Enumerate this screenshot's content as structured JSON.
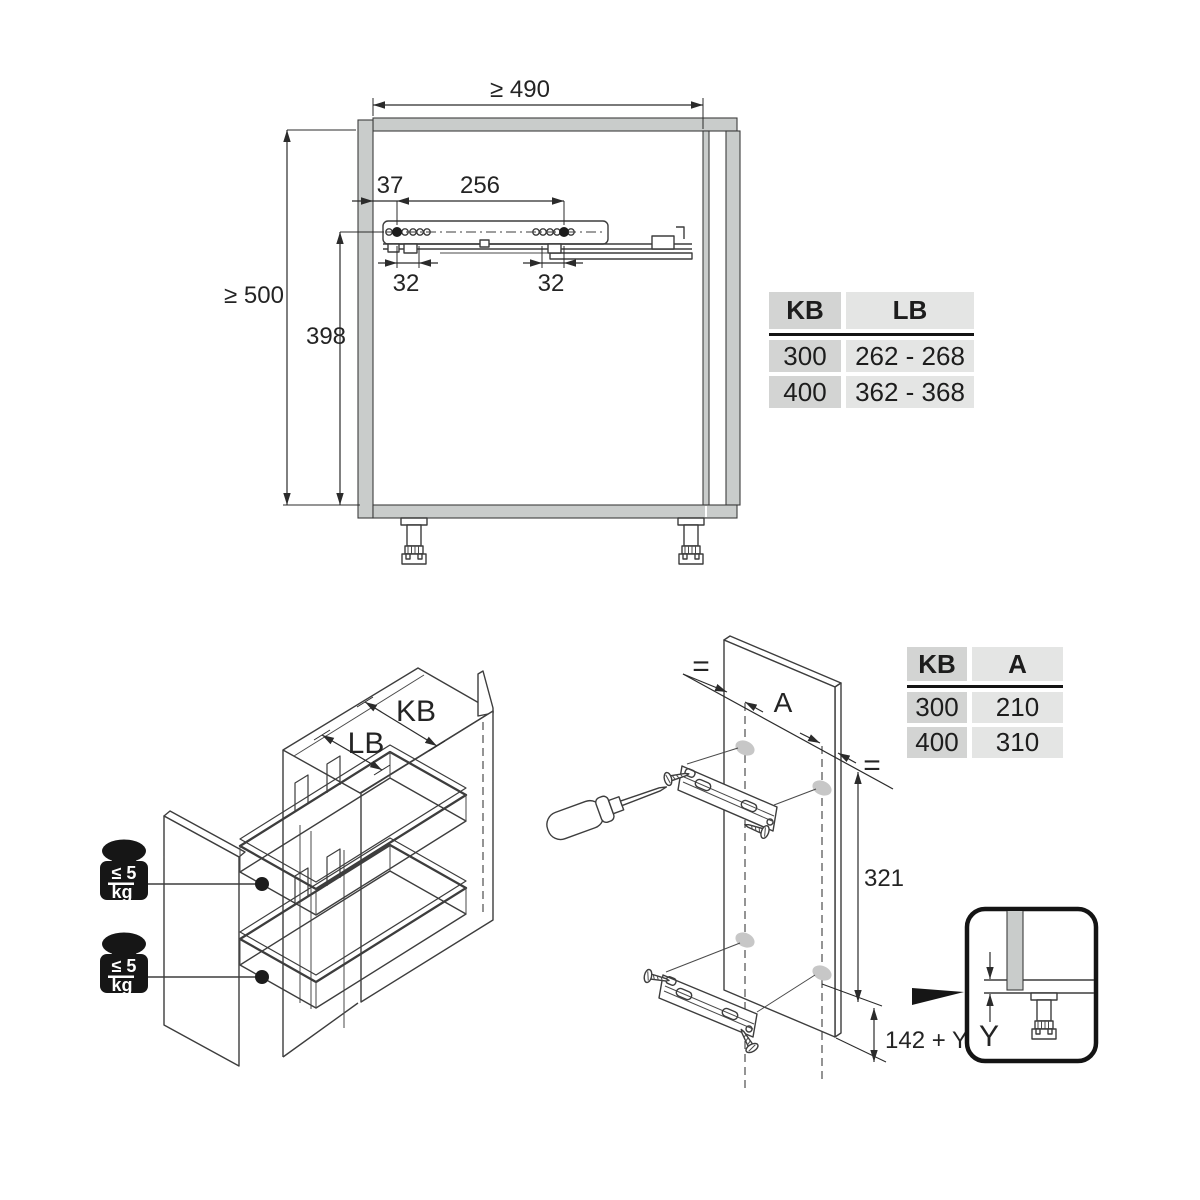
{
  "palette": {
    "line": "#3d3d3d",
    "panel_gray": "#c9cccb",
    "badge_black": "#161616",
    "table_col1": "#d3d4d3",
    "table_col2": "#e4e5e4"
  },
  "top_section": {
    "min_width": "≥ 490",
    "min_height": "≥ 500",
    "rail_height": "398",
    "front_setback": "37",
    "hole_distance": "256",
    "pitch_left": "32",
    "pitch_right": "32",
    "size_table": {
      "headers": [
        "KB",
        "LB"
      ],
      "rows": [
        [
          "300",
          "262 - 268"
        ],
        [
          "400",
          "362 - 368"
        ]
      ]
    }
  },
  "isometric_section": {
    "cabinet_width_label": "KB",
    "clear_width_label": "LB",
    "load_limit_badges": [
      {
        "value": "≤ 5",
        "unit": "kg"
      },
      {
        "value": "≤ 5",
        "unit": "kg"
      }
    ]
  },
  "door_section": {
    "equal_mark_left": "=",
    "equal_mark_right": "=",
    "hole_span_label": "A",
    "upper_height": "321",
    "lower_height": "142 + Y",
    "detail_label": "Y",
    "position_table": {
      "headers": [
        "KB",
        "A"
      ],
      "rows": [
        [
          "300",
          "210"
        ],
        [
          "400",
          "310"
        ]
      ]
    }
  }
}
